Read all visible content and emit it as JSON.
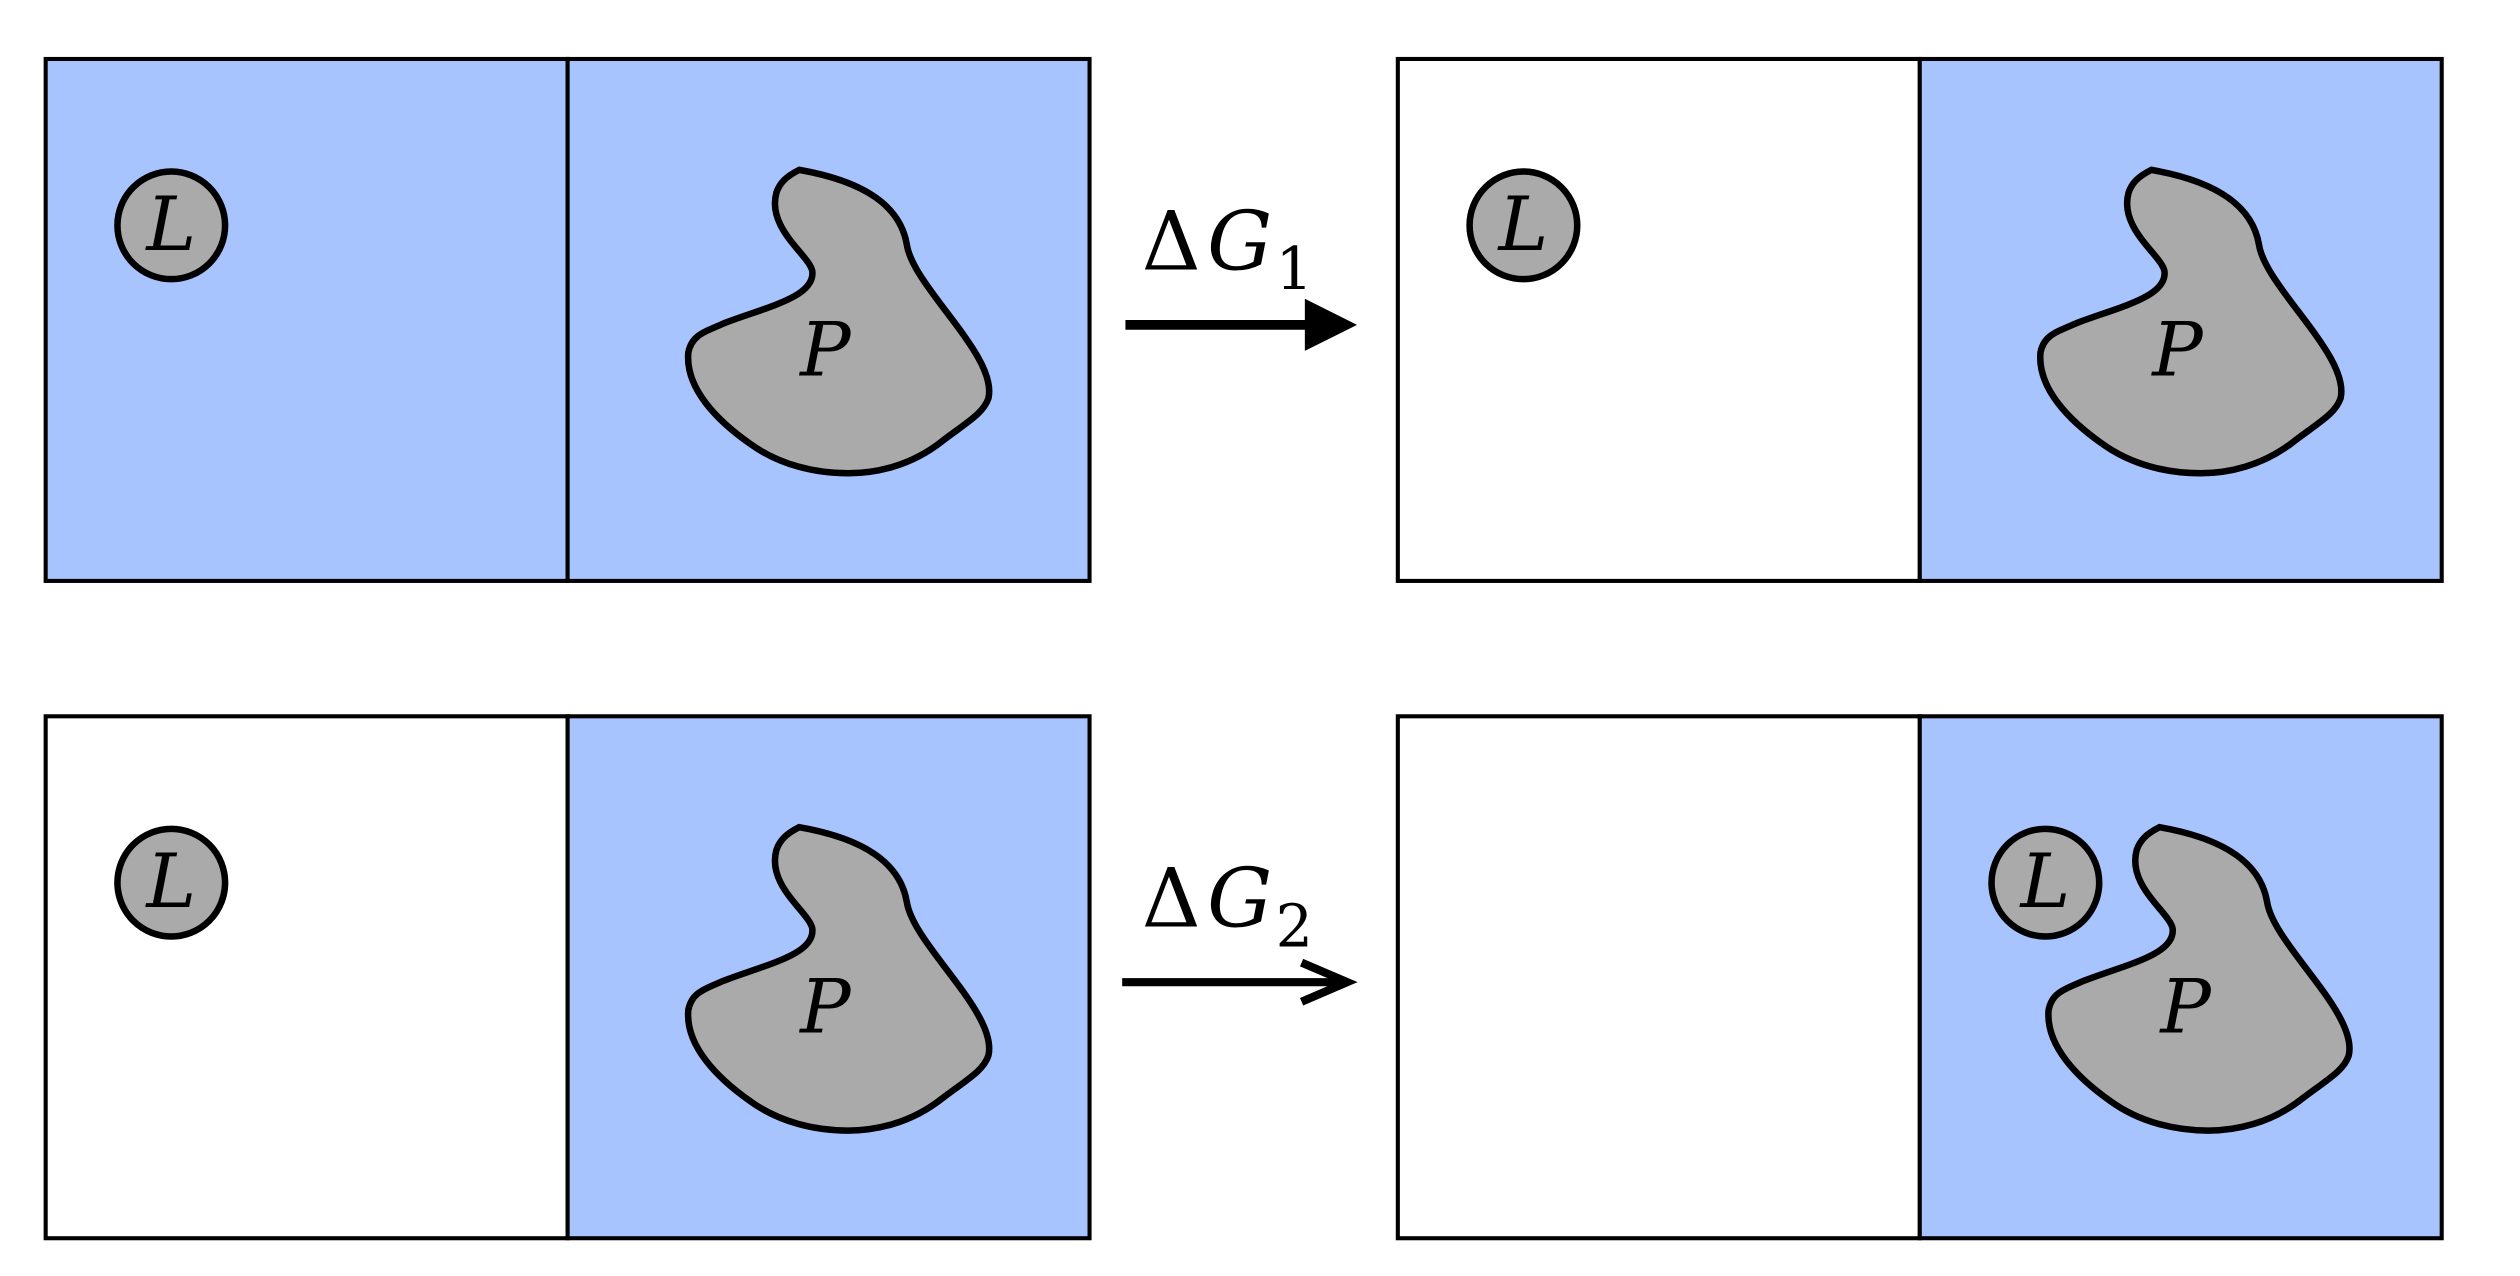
{
  "colors": {
    "solvent": "#a8c4ff",
    "vacuum": "#ffffff",
    "molecule_fill": "#aaaaaa",
    "stroke": "#000000"
  },
  "ligand_label": "L",
  "protein_label": "P",
  "transitions": [
    {
      "delta": "Δ",
      "symbol": "G",
      "subscript": "1"
    },
    {
      "delta": "Δ",
      "symbol": "G",
      "subscript": "2"
    }
  ],
  "panels": [
    {
      "left_solvated": true,
      "right_solvated": true
    },
    {
      "left_solvated": false,
      "right_solvated": true
    },
    {
      "left_solvated": false,
      "right_solvated": true
    },
    {
      "left_solvated": false,
      "right_solvated": true
    }
  ]
}
